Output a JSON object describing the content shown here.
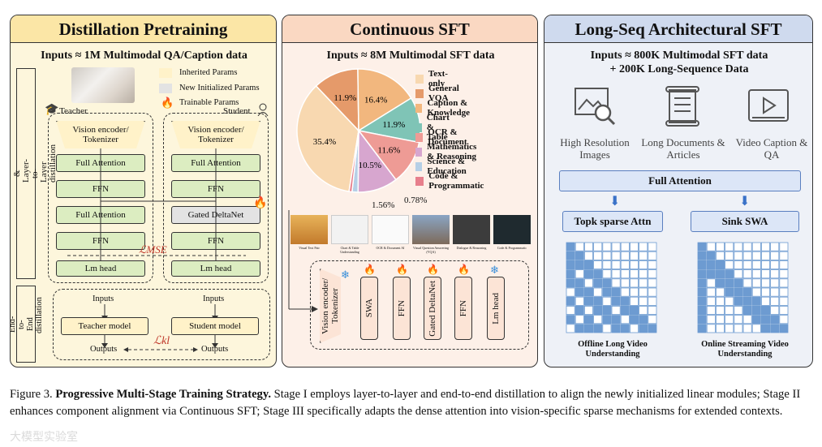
{
  "panel1": {
    "title": "Distillation Pretraining",
    "inputs": "Inputs ≈ 1M Multimodal QA/Caption data",
    "legend": [
      "Inherited Params",
      "New Initialized Params",
      "Trainable Params"
    ],
    "teacher": "Teacher",
    "student": "Student",
    "side_top": "Parameter inheritance & Layer-to-Layer distillation",
    "side_bottom": "End-to-End distillation",
    "teacher_layers": [
      "Vision encoder/ Tokenizer",
      "Full Attention",
      "FFN",
      "Full Attention",
      "FFN",
      "Lm head"
    ],
    "student_layers": [
      "Vision encoder/ Tokenizer",
      "Full Attention",
      "FFN",
      "Gated DeltaNet",
      "FFN",
      "Lm head"
    ],
    "loss_mse": "ℒMSE",
    "loss_kl": "ℒkl",
    "e2e": {
      "inputs_l": "Inputs",
      "inputs_r": "Inputs",
      "teacher_model": "Teacher model",
      "student_model": "Student model",
      "outputs_l": "Outputs",
      "outputs_r": "Outputs"
    }
  },
  "panel2": {
    "title": "Continuous SFT",
    "inputs": "Inputs ≈ 8M Multimodal SFT data",
    "legend": [
      "Text-only",
      "General VQA",
      "Caption & Knowledge",
      "Chart & Table",
      "OCR & Document",
      "Mathematics & Reasoning",
      "Science & Education",
      "Code & Programmatic"
    ],
    "legend_colors": [
      "#f8d8b0",
      "#e59a6a",
      "#f2b77e",
      "#7fc4b6",
      "#ee9b95",
      "#d7a6cf",
      "#b5cfe6",
      "#e77f8c"
    ],
    "slice_labels": [
      "35.4%",
      "11.9%",
      "16.4%",
      "11.9%",
      "11.6%",
      "10.5%",
      "1.56%",
      "0.78%"
    ],
    "thumb_labels": [
      "Visual Text Pair",
      "Chart & Table Understanding",
      "OCR & Document AI",
      "Visual Question Answering (VQA)",
      "Dialogue & Reasoning",
      "Code & Programmatic"
    ],
    "stack": [
      "Vision encoder/ Tokenizer",
      "SWA",
      "FFN",
      "Gated DeltaNet",
      "FFN",
      "Lm head"
    ]
  },
  "panel3": {
    "title": "Long-Seq Architectural SFT",
    "inputs_1": "Inputs ≈ 800K Multimodal SFT data",
    "inputs_2": "+ 200K Long-Sequence Data",
    "items": [
      "High Resolution Images",
      "Long Documents & Articles",
      "Video Caption & QA"
    ],
    "full_attention": "Full Attention",
    "topk": "Topk sparse Attn",
    "sink": "Sink SWA",
    "offline": "Offline Long Video Understanding",
    "online": "Online Streaming Video Understanding"
  },
  "caption": {
    "prefix": "Figure 3.",
    "bold": "Progressive Multi-Stage Training Strategy.",
    "text": "Stage I employs layer-to-layer and end-to-end distillation to align the newly initialized linear modules; Stage II enhances component alignment via Continuous SFT; Stage III specifically adapts the dense attention into vision-specific sparse mechanisms for extended contexts."
  },
  "watermark": "大模型实验室"
}
